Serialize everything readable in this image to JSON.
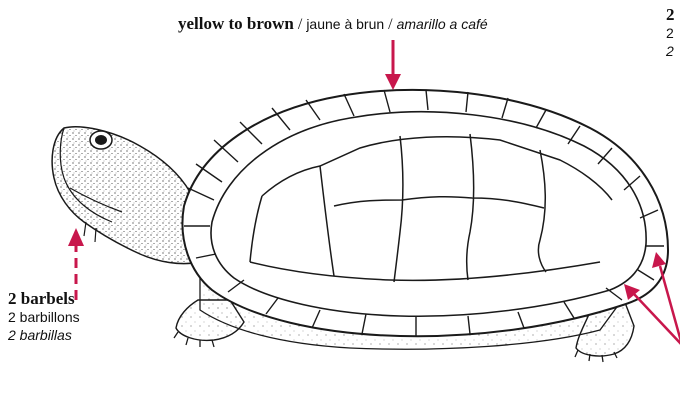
{
  "carapace_label": {
    "english": "yellow to brown",
    "separator": "/",
    "french": "jaune à brun",
    "spanish": "amarillo a café"
  },
  "barbels_label": {
    "english": "2 barbels",
    "french": "2 barbillons",
    "spanish": "2 barbillas"
  },
  "right_label_partial": {
    "english": "2",
    "french": "2",
    "spanish": "2"
  },
  "colors": {
    "arrow": "#c8174c",
    "line_art": "#1a1a1a"
  }
}
